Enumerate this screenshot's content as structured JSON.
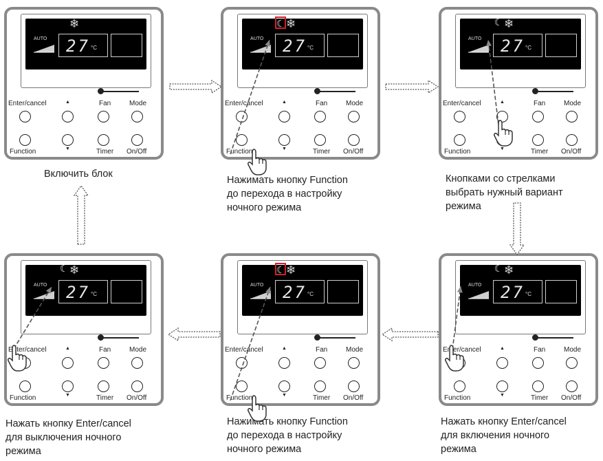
{
  "remote": {
    "temperature": "27",
    "unit": "°C",
    "auto_label": "AUTO",
    "buttons": {
      "enter_cancel": "Enter/cancel",
      "fan": "Fan",
      "mode": "Mode",
      "function": "Function",
      "timer": "Timer",
      "on_off": "On/Off",
      "up_arrow": "▲",
      "down_arrow": "▼"
    }
  },
  "icons": {
    "snowflake": "❄",
    "moon": "☾"
  },
  "accent_colors": {
    "highlight": "#d0202a",
    "hand": "#444444"
  },
  "steps": [
    {
      "caption": [
        "Включить блок"
      ]
    },
    {
      "caption": [
        "Нажимать кнопку Function",
        "до перехода в настройку",
        "ночного режима"
      ]
    },
    {
      "caption": [
        "Кнопками со стрелками",
        "выбрать нужный вариант",
        "режима"
      ]
    },
    {
      "caption": [
        "Нажать кнопку Enter/cancel",
        "для включения ночного",
        "режима"
      ]
    },
    {
      "caption": [
        "Нажимать кнопку Function",
        "до перехода в настройку",
        "ночного режима"
      ]
    },
    {
      "caption": [
        "Нажать кнопку Enter/cancel",
        "для выключения ночного",
        "режима"
      ]
    }
  ]
}
